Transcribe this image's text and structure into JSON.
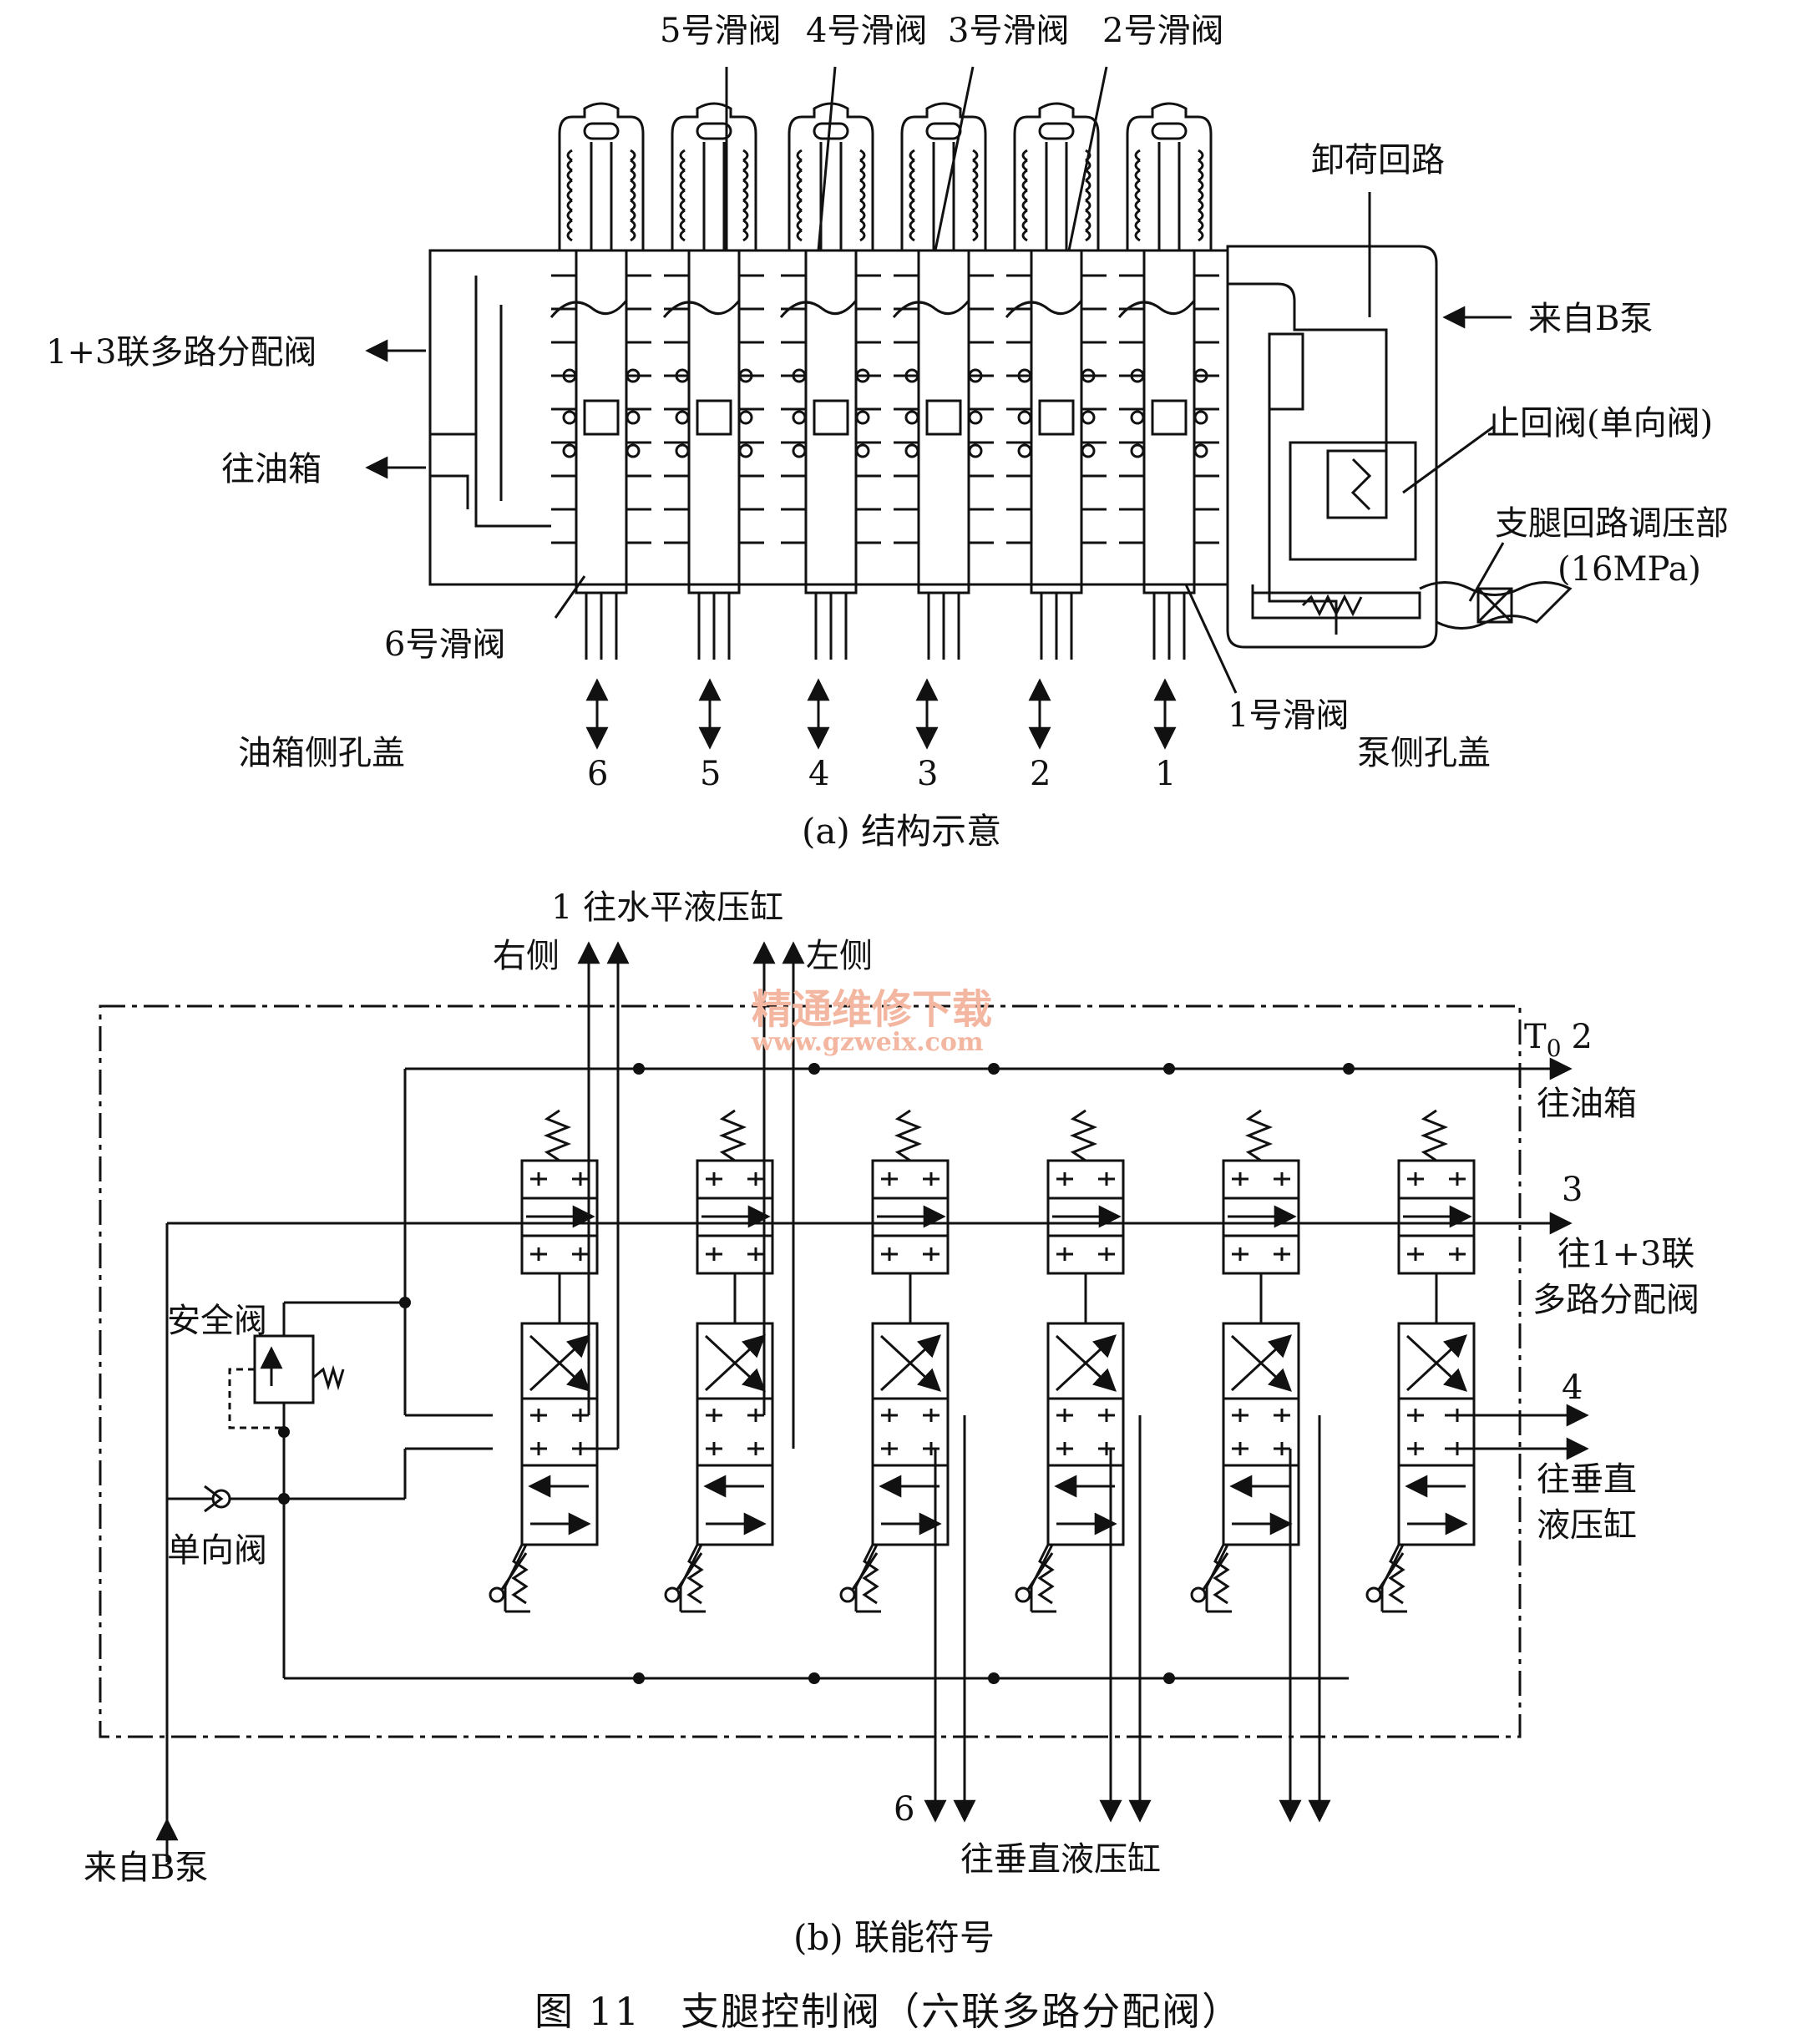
{
  "panel_a": {
    "spool_labels_top": [
      "5号滑阀",
      "4号滑阀",
      "3号滑阀",
      "2号滑阀"
    ],
    "spool_6": "6号滑阀",
    "spool_1": "1号滑阀",
    "unload_circuit": "卸荷回路",
    "from_pump_b": "来自B泵",
    "to_valve_13": "1+3联多路分配阀",
    "to_tank": "往油箱",
    "check_valve": "止回阀(单向阀)",
    "outrigger_adjust": "支腿回路调压部",
    "pressure": "(16MPa)",
    "tank_side_cover": "油箱侧孔盖",
    "pump_side_cover": "泵侧孔盖",
    "port_numbers": [
      "6",
      "5",
      "4",
      "3",
      "2",
      "1"
    ],
    "caption": "(a) 结构示意"
  },
  "panel_b": {
    "to_horizontal_cyl": "1 往水平液压缸",
    "right_side": "右侧",
    "left_side": "左侧",
    "t0_label": "T",
    "t0_sub": "0",
    "t0_num": "2",
    "to_tank": "往油箱",
    "port3": "3",
    "to_13_line1": "往1+3联",
    "to_13_line2": "多路分配阀",
    "port4": "4",
    "to_vertical_line1": "往垂直",
    "to_vertical_line2": "液压缸",
    "safety_valve": "安全阀",
    "check_valve": "单向阀",
    "from_pump_b": "来自B泵",
    "port6": "6",
    "to_vertical_bottom": "往垂直液压缸",
    "caption": "(b) 联能符号"
  },
  "watermark": {
    "cn": "精通维修下载",
    "url": "www.gzweix.com"
  },
  "figure_title": "图 11　支腿控制阀（六联多路分配阀）"
}
